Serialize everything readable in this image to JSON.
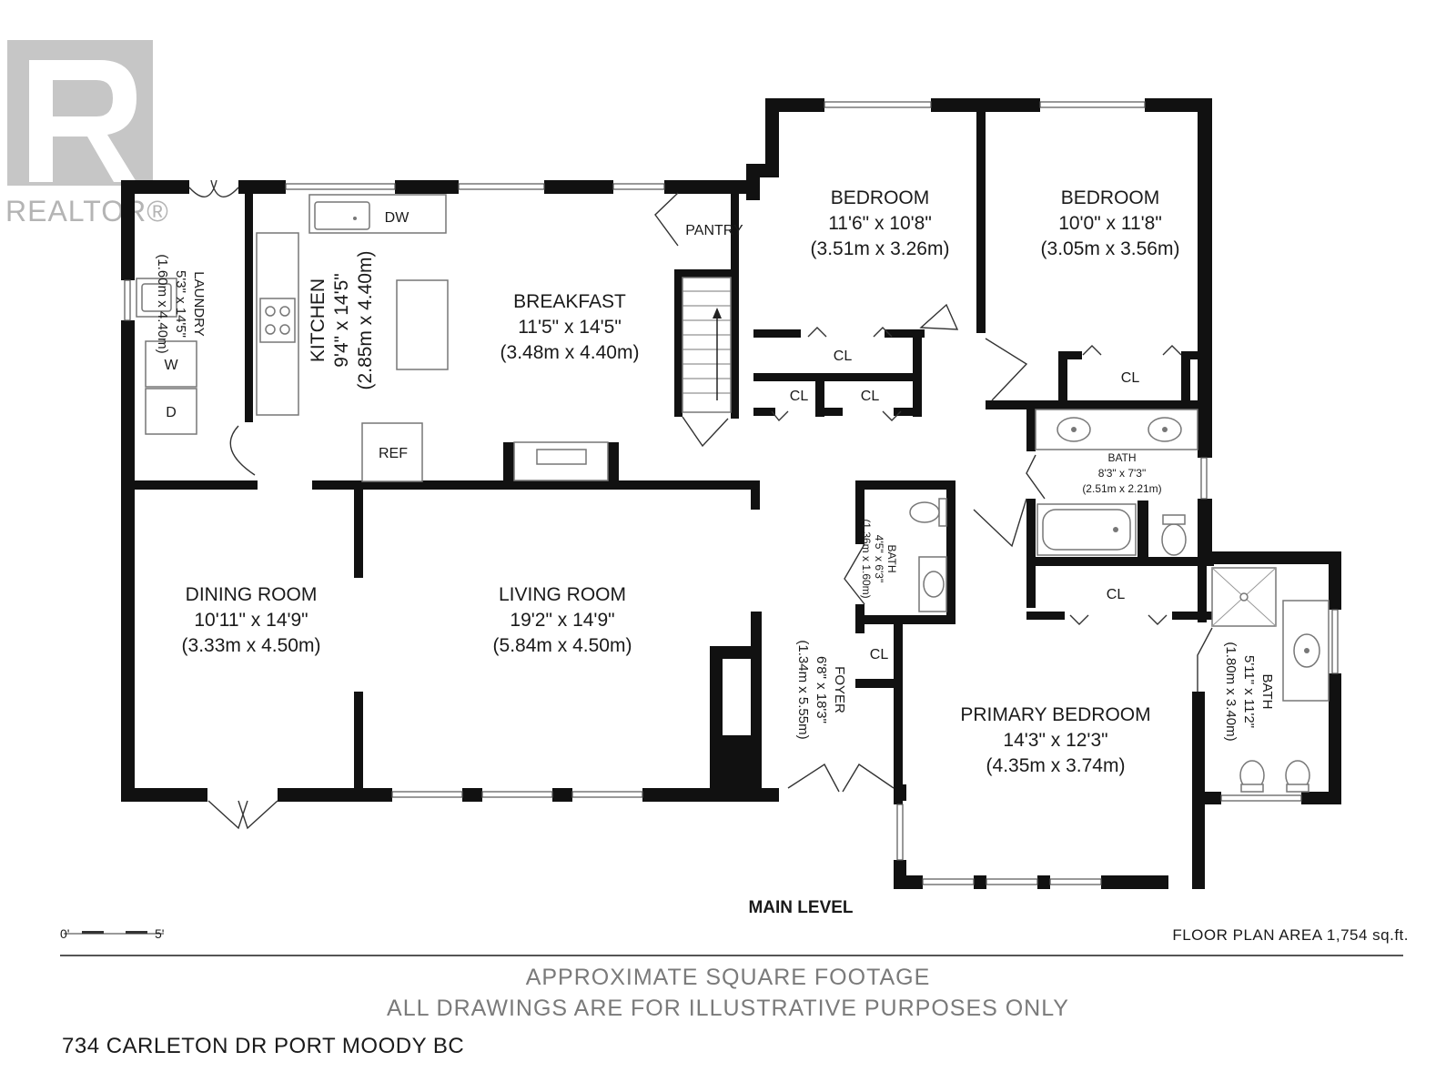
{
  "logo": {
    "letter": "R",
    "wordmark": "REALTOR®"
  },
  "rooms": {
    "laundry": {
      "name": "LAUNDRY",
      "imperial": "5'3\" x 14'5\"",
      "metric": "(1.60m x 4.40m)"
    },
    "kitchen": {
      "name": "KITCHEN",
      "imperial": "9'4\" x 14'5\"",
      "metric": "(2.85m x 4.40m)"
    },
    "breakfast": {
      "name": "BREAKFAST",
      "imperial": "11'5\" x 14'5\"",
      "metric": "(3.48m x 4.40m)"
    },
    "bedroom_1": {
      "name": "BEDROOM",
      "imperial": "11'6\" x 10'8\"",
      "metric": "(3.51m x 3.26m)"
    },
    "bedroom_2": {
      "name": "BEDROOM",
      "imperial": "10'0\" x 11'8\"",
      "metric": "(3.05m x 3.56m)"
    },
    "bath_main": {
      "name": "BATH",
      "imperial": "8'3\" x 7'3\"",
      "metric": "(2.51m x 2.21m)"
    },
    "bath_half": {
      "name": "BATH",
      "imperial": "4'5\" x 6'3\"",
      "metric": "(1.36m x 1.60m)"
    },
    "dining": {
      "name": "DINING ROOM",
      "imperial": "10'11\" x 14'9\"",
      "metric": "(3.33m x 4.50m)"
    },
    "living": {
      "name": "LIVING ROOM",
      "imperial": "19'2\" x 14'9\"",
      "metric": "(5.84m x 4.50m)"
    },
    "foyer": {
      "name": "FOYER",
      "imperial": "6'8\" x 18'3\"",
      "metric": "(1.34m x 5.55m)"
    },
    "primary": {
      "name": "PRIMARY BEDROOM",
      "imperial": "14'3\" x 12'3\"",
      "metric": "(4.35m x 3.74m)"
    },
    "bath_ensuite": {
      "name": "BATH",
      "imperial": "5'11\" x 11'2\"",
      "metric": "(1.80m x 3.40m)"
    }
  },
  "fixtures": {
    "washer": "W",
    "dryer": "D",
    "dishwasher": "DW",
    "fridge": "REF",
    "pantry": "PANTRY",
    "closet": "CL"
  },
  "level": "MAIN LEVEL",
  "floor_area": "FLOOR PLAN AREA 1,754 sq.ft.",
  "scale": {
    "start": "0'",
    "end": "5'"
  },
  "disclaimer": {
    "line1": "APPROXIMATE SQUARE FOOTAGE",
    "line2": "ALL DRAWINGS ARE FOR ILLUSTRATIVE PURPOSES ONLY"
  },
  "address": "734 CARLETON DR PORT MOODY BC"
}
